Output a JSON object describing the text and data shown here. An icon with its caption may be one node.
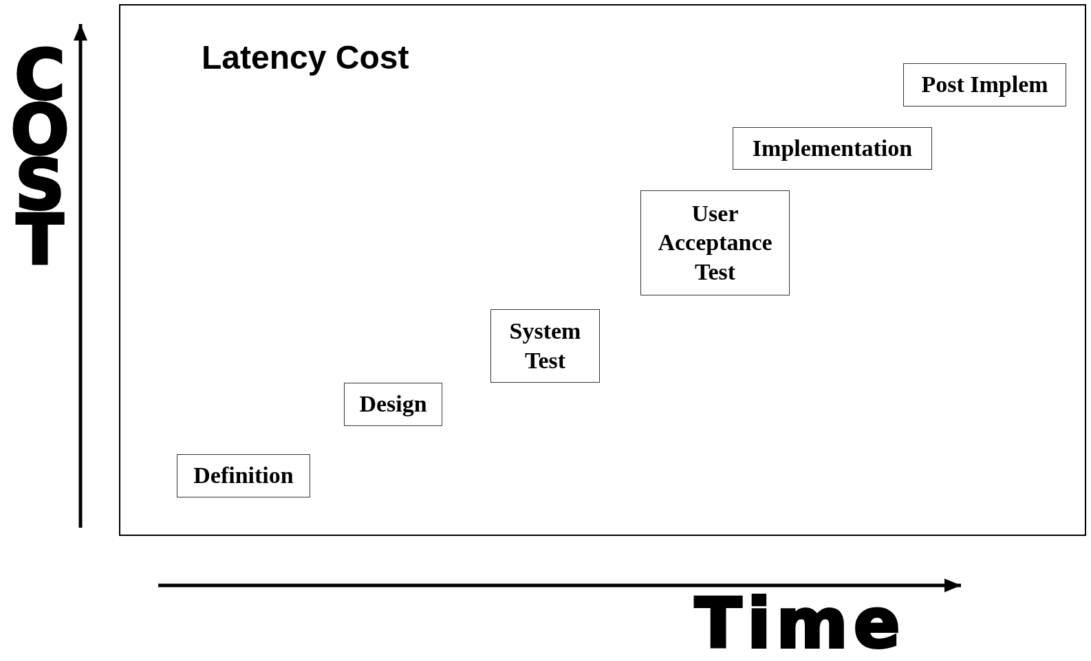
{
  "diagram": {
    "nodes": [
      {
        "text": [
          "Latency Cost"
        ]
      },
      {
        "text": [
          "Definition"
        ],
        "in": 0
      },
      {
        "text": [
          "Design"
        ],
        "in": 0
      },
      {
        "text": [
          "System Test"
        ],
        "in": 0
      },
      {
        "text": [
          "User Acceptance Test"
        ],
        "in": 0
      },
      {
        "text": [
          "Implementation"
        ],
        "in": 0
      },
      {
        "text": [
          "Post Implem"
        ],
        "in": 0
      }
    ],
    "labels": [
      "COST",
      "Time"
    ]
  }
}
